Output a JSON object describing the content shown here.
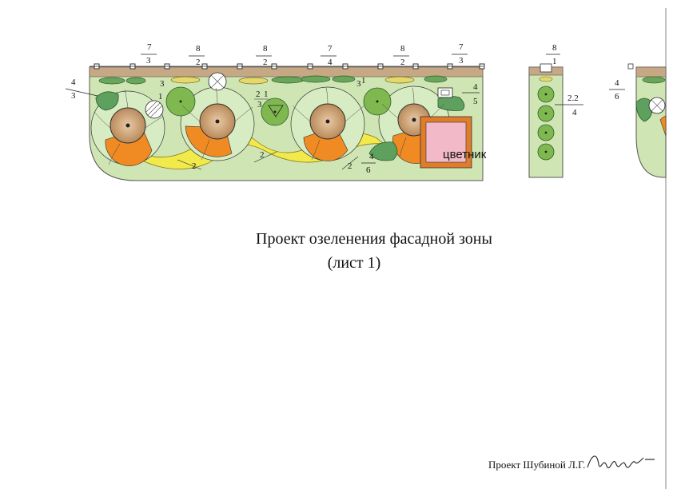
{
  "title_line1": "Проект озеленения фасадной зоны",
  "title_line2": "(лист 1)",
  "author": "Проект Шубиной Л.Г.",
  "flowerbed_label": "цветник",
  "plan_labels": {
    "l_7a": "7",
    "l_3a": "3",
    "l_8a": "8",
    "l_2a": "2",
    "l_8b": "8",
    "l_2b": "2",
    "l_7b": "7",
    "l_4b": "4",
    "l_8c": "8",
    "l_2c": "2",
    "l_7c": "7",
    "l_3c": "3",
    "l_4left": "4",
    "l_3left": "3",
    "l_3n": "3",
    "l_1n": "1",
    "l_2n": "2",
    "l_1m": "1",
    "l_3m": "3",
    "l_3k": "3",
    "l_1k": "1",
    "l_4r": "4",
    "l_5r": "5",
    "l_2p1": "2",
    "l_2p2": "2",
    "l_2p3": "2",
    "l_4s": "4",
    "l_6s": "6",
    "l_8d": "8",
    "l_1d": "1",
    "l_22": "2.2",
    "l_4d": "4",
    "l_4e": "4",
    "l_6e": "6"
  },
  "colors": {
    "lawn": "#cfe6b4",
    "border": "#c7a884",
    "path": "#f2e94a",
    "orange": "#f08a22",
    "tree_crown": "#7fb84f",
    "bush": "#5ea05e",
    "flowerbed": "#f2b9c9",
    "flowerbed_edge": "#e07c2a"
  }
}
